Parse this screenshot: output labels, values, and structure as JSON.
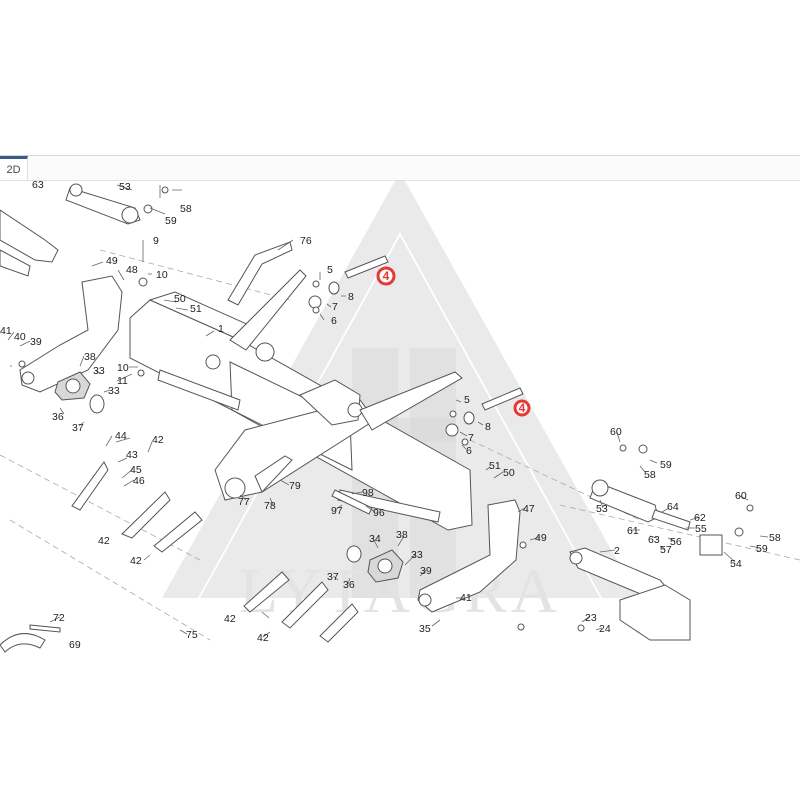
{
  "view_tab": "2D",
  "watermark": "LYTAGRA",
  "highlight": {
    "color": "#e53935",
    "markers": [
      "4",
      "4"
    ]
  },
  "callouts": {
    "c63a": "63",
    "c53a": "53",
    "c58a": "58",
    "c59a": "59",
    "c9": "9",
    "c76": "76",
    "c49a": "49",
    "c48": "48",
    "c10a": "10",
    "c50a": "50",
    "c51a": "51",
    "c5a": "5",
    "c8a": "8",
    "c7a": "7",
    "c6a": "6",
    "c1": "1",
    "c41a": "41",
    "c40": "40",
    "c39a": "39",
    "c38a": "38",
    "c33a": "33",
    "c10b": "10",
    "c11": "11",
    "c33b": "33",
    "c36a": "36",
    "c37a": "37",
    "c44": "44",
    "c43": "43",
    "c42a": "42",
    "c45": "45",
    "c46": "46",
    "c5b": "5",
    "c8b": "8",
    "c7b": "7",
    "c6b": "6",
    "c60a": "60",
    "c58b": "58",
    "c59b": "59",
    "c51b": "51",
    "c50b": "50",
    "c79": "79",
    "c77": "77",
    "c78": "78",
    "c98": "98",
    "c97": "97",
    "c96": "96",
    "c47": "47",
    "c49b": "49",
    "c53b": "53",
    "c64": "64",
    "c62": "62",
    "c55": "55",
    "c61": "61",
    "c63b": "63",
    "c56": "56",
    "c57": "57",
    "c54": "54",
    "c60b": "60",
    "c58c": "58",
    "c59c": "59",
    "c2": "2",
    "c42b": "42",
    "c42c": "42",
    "c34": "34",
    "c38b": "38",
    "c33c": "33",
    "c39b": "39",
    "c37b": "37",
    "c36b": "36",
    "c41b": "41",
    "c35": "35",
    "c42d": "42",
    "c42e": "42",
    "c72": "72",
    "c75": "75",
    "c23": "23",
    "c24": "24",
    "c69": "69"
  }
}
